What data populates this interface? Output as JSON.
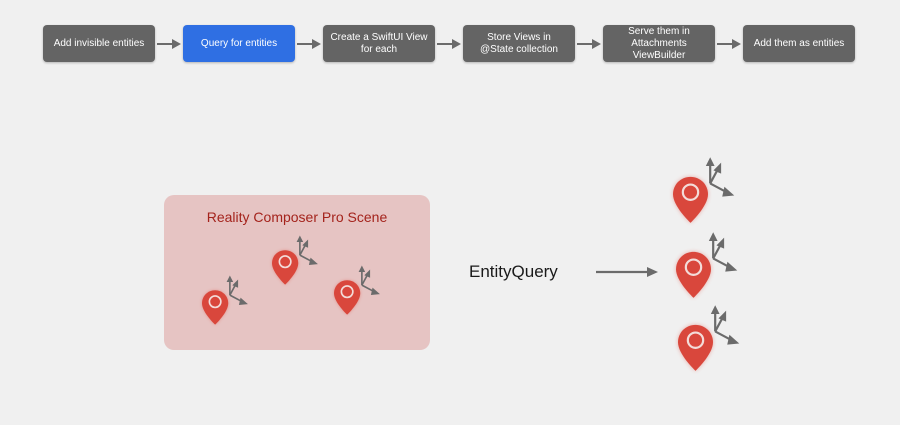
{
  "flow": {
    "steps": [
      {
        "label": "Add invisible entities",
        "active": false
      },
      {
        "label": "Query for entities",
        "active": true
      },
      {
        "label": "Create a SwiftUI View\nfor each",
        "active": false
      },
      {
        "label": "Store Views in\n@State collection",
        "active": false
      },
      {
        "label": "Serve them in\nAttachments ViewBuilder",
        "active": false
      },
      {
        "label": "Add them as entities",
        "active": false
      }
    ]
  },
  "scene": {
    "title": "Reality Composer Pro Scene"
  },
  "query": {
    "label": "EntityQuery"
  },
  "colors": {
    "step_bg": "#646464",
    "step_active_bg": "#2f6fe3",
    "pin": "#d9473c",
    "axis": "#6b6b6b",
    "scene_bg": "#e6c4c3",
    "scene_title": "#a4231c"
  },
  "icons": [
    "location-pin-icon",
    "axis-gizmo-icon",
    "arrow-right-icon"
  ]
}
